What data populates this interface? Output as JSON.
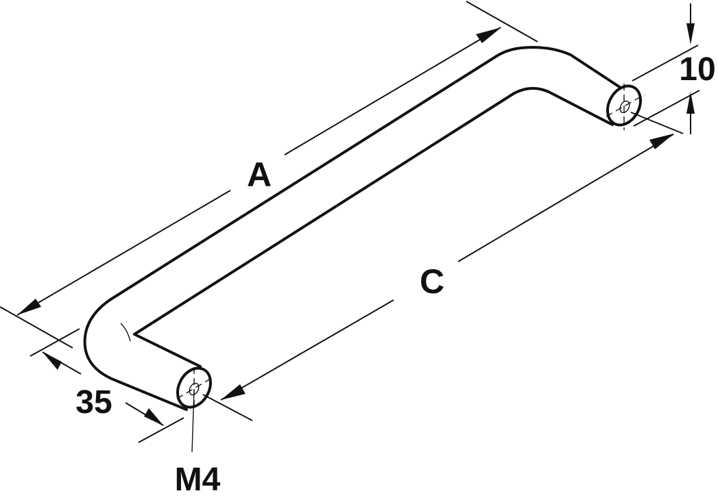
{
  "diagram": {
    "type": "technical-dimension-drawing",
    "subject": "bar handle",
    "colors": {
      "line": "#111111",
      "background": "#ffffff"
    },
    "dimensions": {
      "overall_length": {
        "label": "A"
      },
      "hole_centres": {
        "label": "C"
      },
      "projection": {
        "label": "35"
      },
      "diameter": {
        "label": "10"
      },
      "thread": {
        "label": "M4"
      }
    }
  }
}
